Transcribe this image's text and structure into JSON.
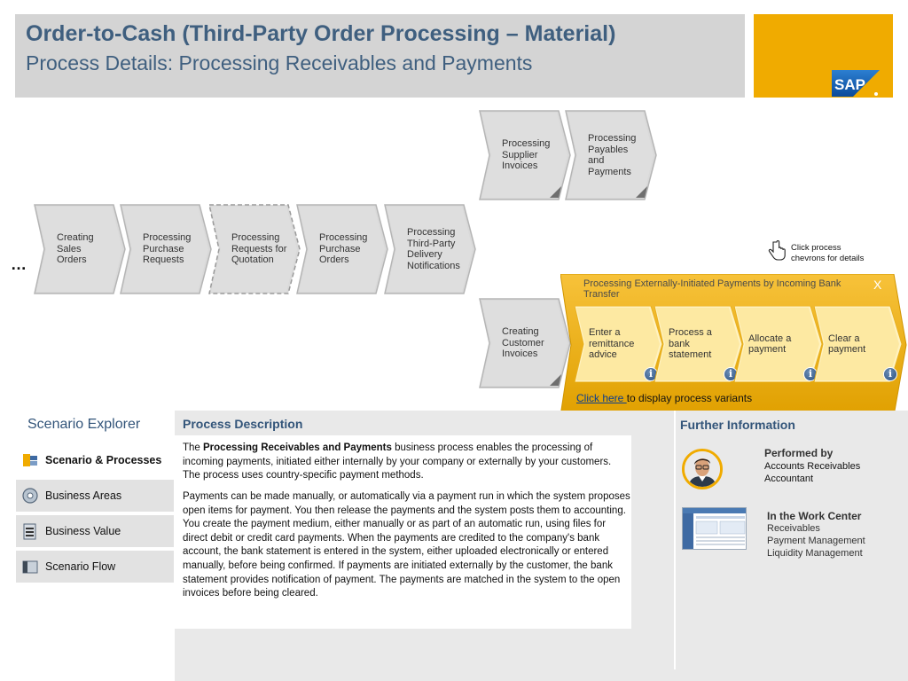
{
  "header": {
    "title": "Order-to-Cash (Third-Party Order Processing – Material)",
    "subtitle": "Process Details: Processing Receivables and Payments",
    "logo_text": "SAP"
  },
  "process_flow": {
    "ellipsis": "…",
    "top_row": [
      {
        "label": [
          "Processing",
          "Supplier",
          "Invoices"
        ]
      },
      {
        "label": [
          "Processing",
          "Payables",
          "and",
          "Payments"
        ]
      }
    ],
    "middle_row": [
      {
        "label": [
          "Creating",
          "Sales",
          "Orders"
        ]
      },
      {
        "label": [
          "Processing",
          "Purchase",
          "Requests"
        ]
      },
      {
        "label": [
          "Processing",
          "Requests for",
          "Quotation"
        ],
        "dashed": true
      },
      {
        "label": [
          "Processing",
          "Purchase",
          "Orders"
        ]
      },
      {
        "label": [
          "Processing",
          "Third-Party",
          "Delivery",
          "Notifications"
        ]
      }
    ],
    "bottom_row": [
      {
        "label": [
          "Creating",
          "Customer",
          "Invoices"
        ]
      }
    ]
  },
  "hint": {
    "text_line1": "Click process",
    "text_line2": "chevrons for details",
    "icon": "hand-pointer-icon"
  },
  "detail_panel": {
    "title": "Processing Externally-Initiated Payments by Incoming Bank Transfer",
    "close_label": "X",
    "steps": [
      {
        "label": [
          "Enter a",
          "remittance",
          "advice"
        ]
      },
      {
        "label": [
          "Process a",
          "bank",
          "statement"
        ]
      },
      {
        "label": [
          "Allocate a",
          "payment"
        ]
      },
      {
        "label": [
          "Clear a",
          "payment"
        ]
      }
    ],
    "info_glyph": "i",
    "variants_link": "Click here ",
    "variants_text": "to display process variants"
  },
  "explorer": {
    "title": "Scenario Explorer",
    "items": [
      {
        "label": "Scenario & Processes",
        "icon": "scenario-processes-icon",
        "active": true
      },
      {
        "label": "Business Areas",
        "icon": "business-areas-icon",
        "active": false
      },
      {
        "label": "Business Value",
        "icon": "business-value-icon",
        "active": false
      },
      {
        "label": "Scenario Flow",
        "icon": "scenario-flow-icon",
        "active": false
      }
    ]
  },
  "description": {
    "title": "Process Description",
    "p1_prefix": "The ",
    "p1_bold": "Processing Receivables and Payments",
    "p1_suffix": " business process enables the processing of incoming payments, initiated either internally by your company or externally by your customers. The process uses country-specific payment methods.",
    "p2": "Payments can be made manually, or automatically via a payment run in which the system proposes open items for payment. You then release the payments and the system posts them to accounting. You create the payment medium, either manually or as part of an automatic run, using files for direct debit or credit card payments. When the payments are credited to the company's bank account, the bank statement is entered in the system, either uploaded electronically or entered manually, before being confirmed. If payments are initiated externally by the customer, the bank statement provides notification of payment. The payments are matched in the system to the open invoices before being cleared."
  },
  "further_info": {
    "title": "Further Information",
    "performed_by_label": "Performed by",
    "performed_by_value": "Accounts Receivables Accountant",
    "work_center_label": "In the Work Center",
    "work_center_items": [
      "Receivables",
      "Payment Management",
      "Liquidity Management"
    ]
  },
  "colors": {
    "header_bg": "#d4d4d4",
    "title_color": "#3f5f7f",
    "sap_gold": "#f0ab00",
    "chevron_gray": "#d9d9d9",
    "step_yellow": "#fde9a2"
  }
}
